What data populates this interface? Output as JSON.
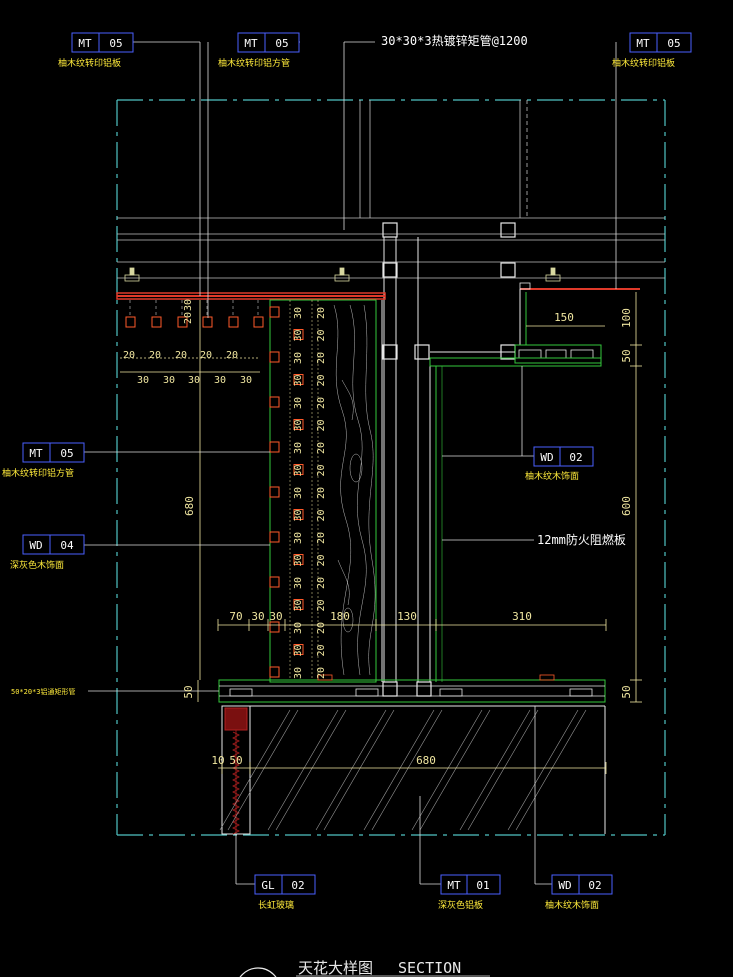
{
  "colors": {
    "background": "#000000",
    "frame": "#4fc4c4",
    "structure": "#e8e8e8",
    "wood": "#d8d8d8",
    "board": "#35c83c",
    "dimension": "#f0e6a0",
    "steel_plate": "#e03a2a",
    "tag_border": "#4a60ff",
    "tag_text": "#ffffff",
    "label": "#ffeb3b",
    "note": "#ffffff",
    "stud": "#ff5a2a",
    "glass": "#b02020"
  },
  "tags": [
    {
      "code": "MT",
      "num": "05",
      "label": "柚木纹转印铝板"
    },
    {
      "code": "MT",
      "num": "05",
      "label": "柚木纹转印铝方管"
    },
    {
      "code": "MT",
      "num": "05",
      "label": "柚木纹转印铝板"
    },
    {
      "code": "MT",
      "num": "05",
      "label": "柚木纹转印铝方管"
    },
    {
      "code": "WD",
      "num": "04",
      "label": "深灰色木饰面"
    },
    {
      "code": "WD",
      "num": "02",
      "label": "柚木纹木饰面"
    },
    {
      "code": "GL",
      "num": "02",
      "label": "长虹玻璃"
    },
    {
      "code": "MT",
      "num": "01",
      "label": "深灰色铝板"
    },
    {
      "code": "WD",
      "num": "02",
      "label": "柚木纹木饰面"
    }
  ],
  "notes": {
    "steel_pipe": "30*30*3热镀锌矩管@1200",
    "fire_board": "12mm防火阻燃板",
    "bottom_tube": "50*20*3铝通矩形管"
  },
  "dimensions": {
    "left_height": "680",
    "right_height": "600",
    "right_top_offset": "100",
    "right_upper_band": "50",
    "bottom_band": "50",
    "left_bottom_band": "50",
    "right_top_width": "150",
    "row_70": "70",
    "row_30a": "30",
    "row_30b": "30",
    "row_180": "180",
    "row_130": "130",
    "row_310": "310",
    "bottom_10": "10",
    "bottom_50": "50",
    "bottom_680": "680",
    "tube_20": "20",
    "tube_30": "30",
    "top_20": "20",
    "top_30": "30"
  },
  "title": {
    "cn": "天花大样图",
    "en": "SECTION"
  }
}
